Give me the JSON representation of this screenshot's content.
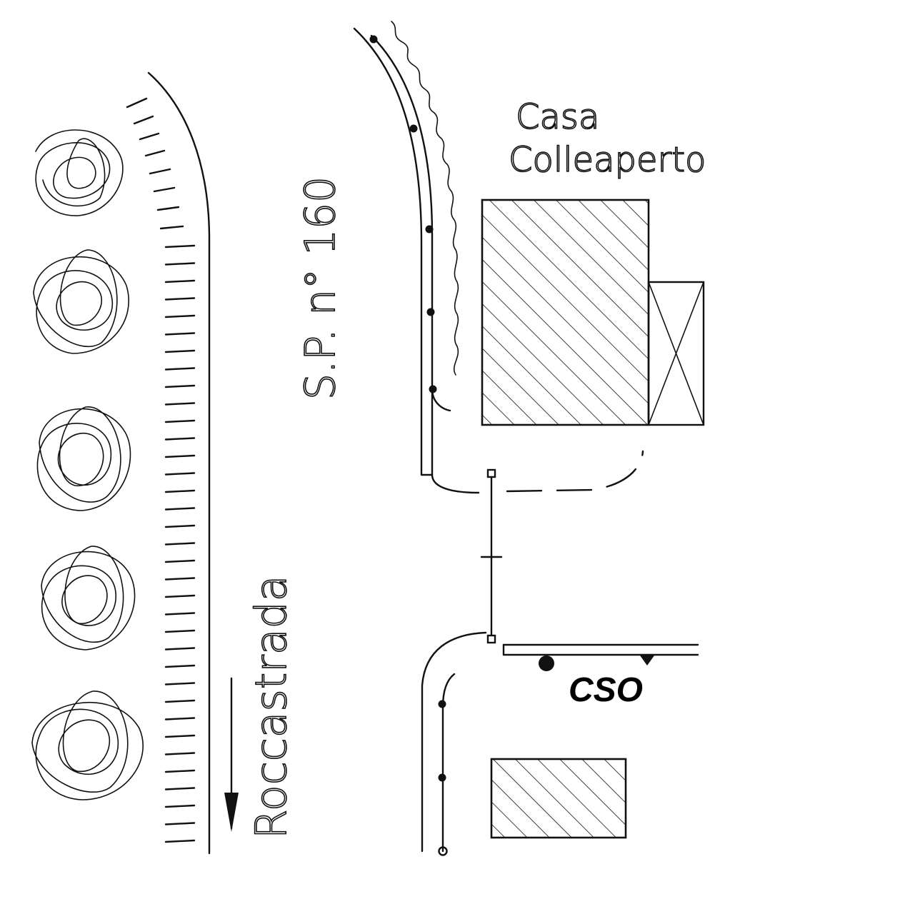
{
  "map": {
    "road_name": "S.P. n° 160",
    "direction_label": "Roccastrada",
    "house_label_line1": "Casa",
    "house_label_line2": "Colleaperto",
    "marker_label": "CSO"
  },
  "colors": {
    "ink": "#111111",
    "background": "#ffffff"
  }
}
